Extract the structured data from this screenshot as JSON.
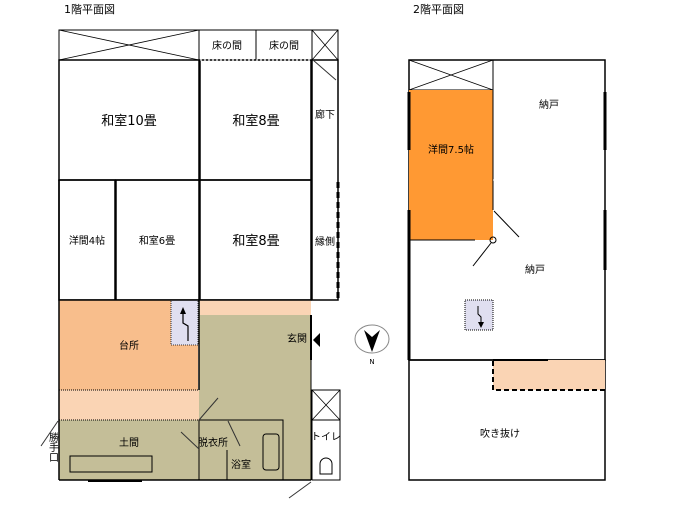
{
  "titles": {
    "floor1": "1階平面図",
    "floor2": "2階平面図"
  },
  "floor1": {
    "tokonoma_1": "床の間",
    "tokonoma_2": "床の間",
    "washitsu_10": "和室10畳",
    "washitsu_8a": "和室8畳",
    "rouka": "廊下",
    "youma_4": "洋間4帖",
    "washitsu_6": "和室6畳",
    "washitsu_8b": "和室8畳",
    "engawa": "縁側",
    "daidokoro": "台所",
    "genkan": "玄関",
    "doma": "土間",
    "datsuijo": "脱衣所",
    "yokushitsu": "浴室",
    "toilet": "トイレ",
    "katteguchi": "勝手口"
  },
  "floor2": {
    "youma_75": "洋間7.5帖",
    "nando_1": "納戸",
    "nando_2": "納戸",
    "fukinuke": "吹き抜け"
  },
  "compass": {
    "label": "N"
  },
  "colors": {
    "green_strip": "#C5D89C",
    "tokonoma": "#D0C4DC",
    "washitsu": "#FFFF99",
    "youma": "#FF9933",
    "rouka": "#E6BBBB",
    "kitchen": "#F8BE8C",
    "peach": "#FAD4B4",
    "doma": "#C4BE98",
    "bath": "#B8DDE6",
    "stairs": "#E0DFF0",
    "nando": "#CCCC00",
    "fukinuke": "#6BFF99"
  }
}
